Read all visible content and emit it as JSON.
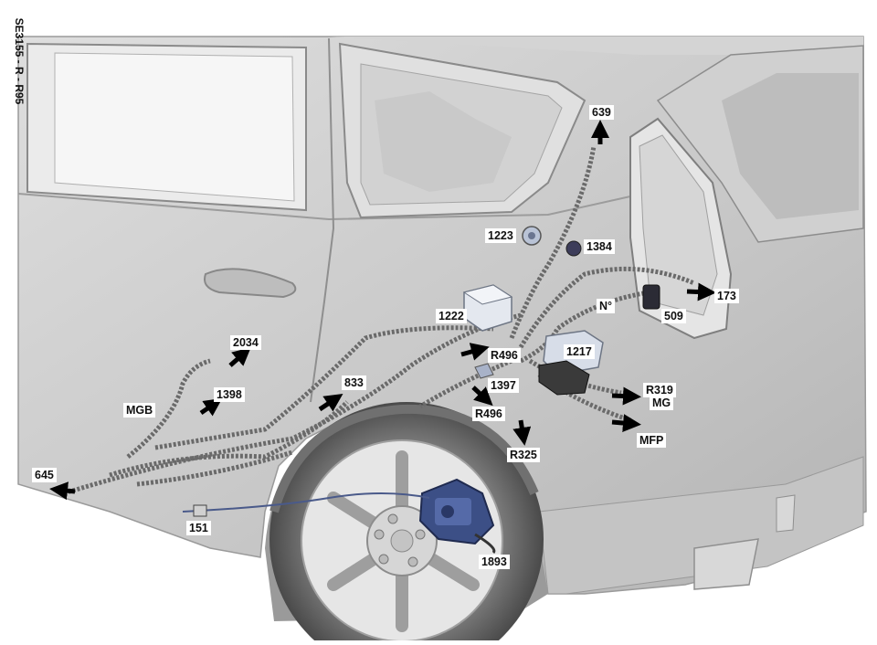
{
  "figure_code": "SE3155 - R - R95",
  "labels": {
    "l639": "639",
    "l1223": "1223",
    "l1384": "1384",
    "l173": "173",
    "l1222": "1222",
    "l_n": "N°",
    "l509": "509",
    "l2034": "2034",
    "l1217": "1217",
    "lR496a": "R496",
    "l1398": "1398",
    "l833": "833",
    "l1397": "1397",
    "lR319": "R319",
    "lMG": "MG",
    "lMGB": "MGB",
    "lR496b": "R496",
    "lMFP": "MFP",
    "lR325": "R325",
    "l645": "645",
    "l151": "151",
    "l1893": "1893"
  },
  "colors": {
    "body": "#c9c9c9",
    "body_dark": "#a9a9a9",
    "glass": "#e3e3e3",
    "harness": "#6e6e6e",
    "caliper": "#3c4f86",
    "arrow": "#000000"
  }
}
